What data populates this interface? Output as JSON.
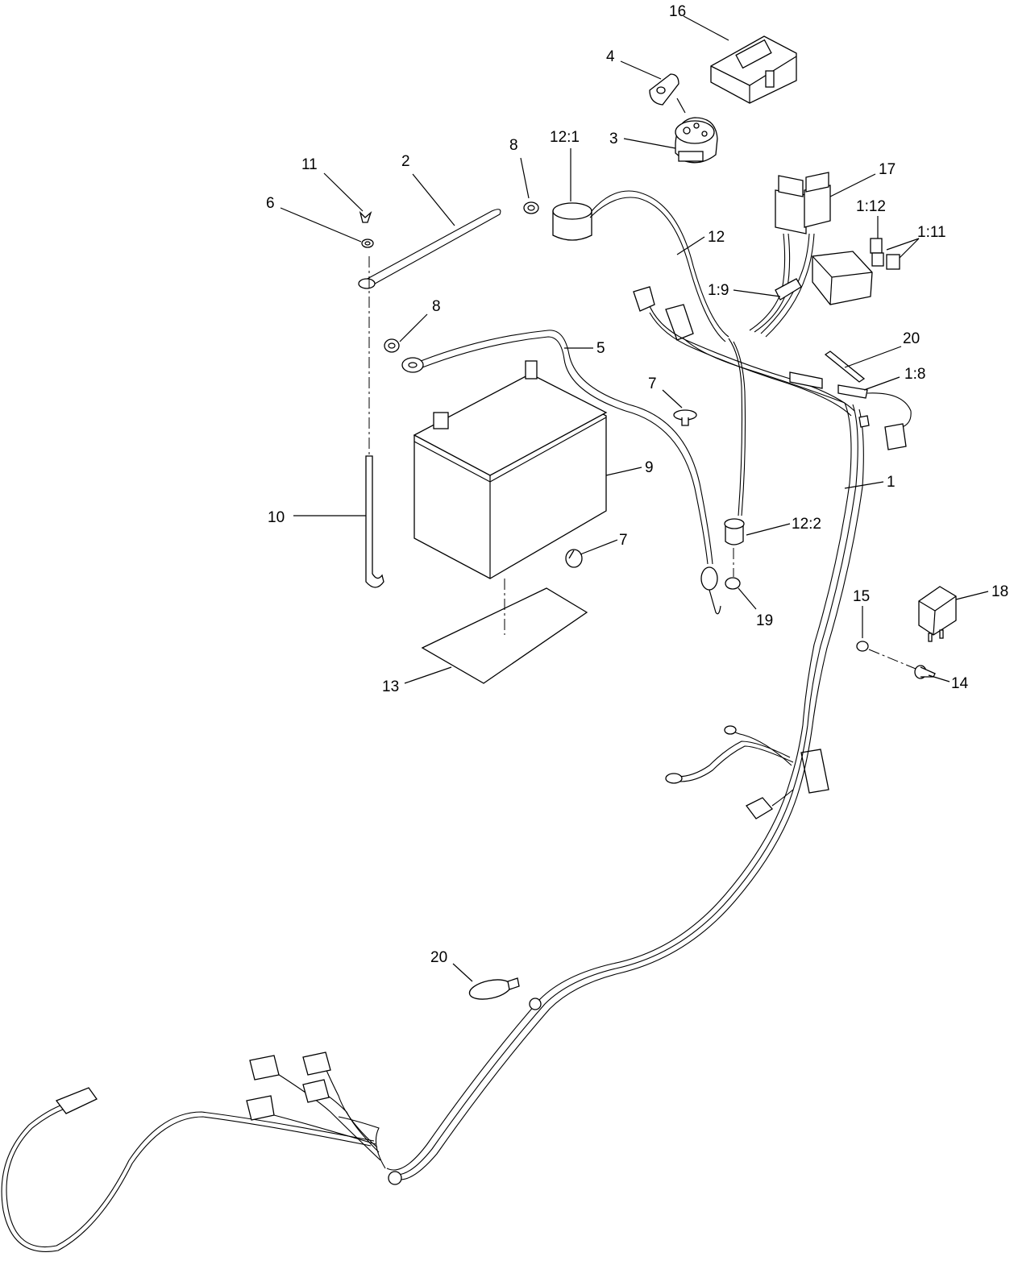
{
  "labels": {
    "l16": "16",
    "l4": "4",
    "l3": "3",
    "l8a": "8",
    "l121": "12:1",
    "l11": "11",
    "l2": "2",
    "l6": "6",
    "l17": "17",
    "l112": "1:12",
    "l111": "1:11",
    "l12": "12",
    "l19b": "1:9",
    "l8b": "8",
    "l5": "5",
    "l20a": "20",
    "l18b": "1:8",
    "l7a": "7",
    "l9": "9",
    "l1": "1",
    "l10": "10",
    "l122": "12:2",
    "l7b": "7",
    "l19": "19",
    "l15": "15",
    "l18": "18",
    "l14": "14",
    "l13": "13",
    "l20b": "20"
  }
}
